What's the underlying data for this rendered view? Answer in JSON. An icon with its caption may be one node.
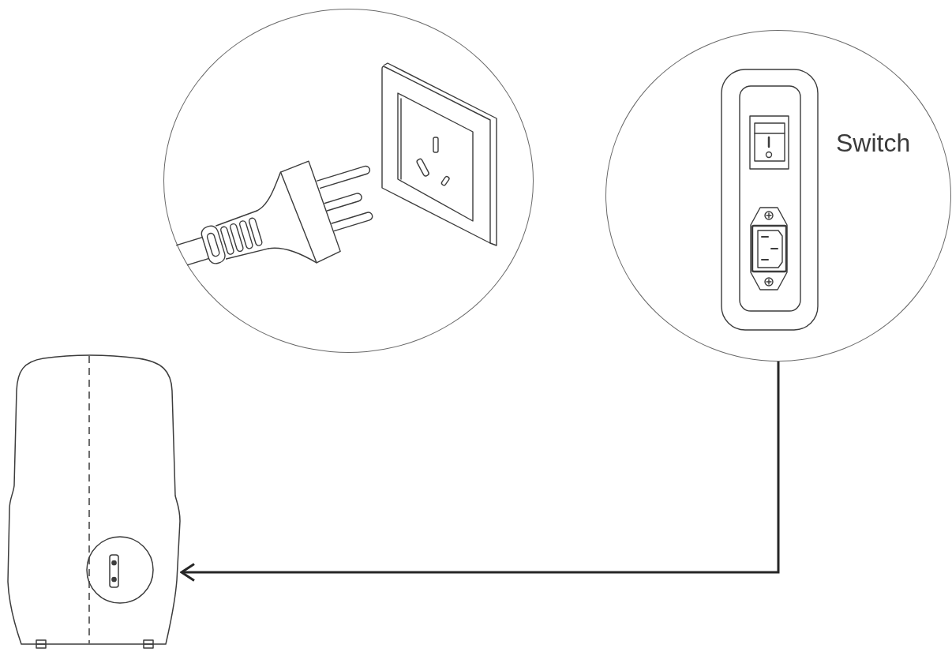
{
  "diagram": {
    "nodes": [
      {
        "text": [],
        "shape": "circle"
      },
      {
        "text": [
          "Switch"
        ]
      },
      {
        "text": [],
        "shape": "picture"
      }
    ],
    "edges": [
      {
        "from": 1,
        "to": 2,
        "arrow": "to"
      }
    ]
  }
}
